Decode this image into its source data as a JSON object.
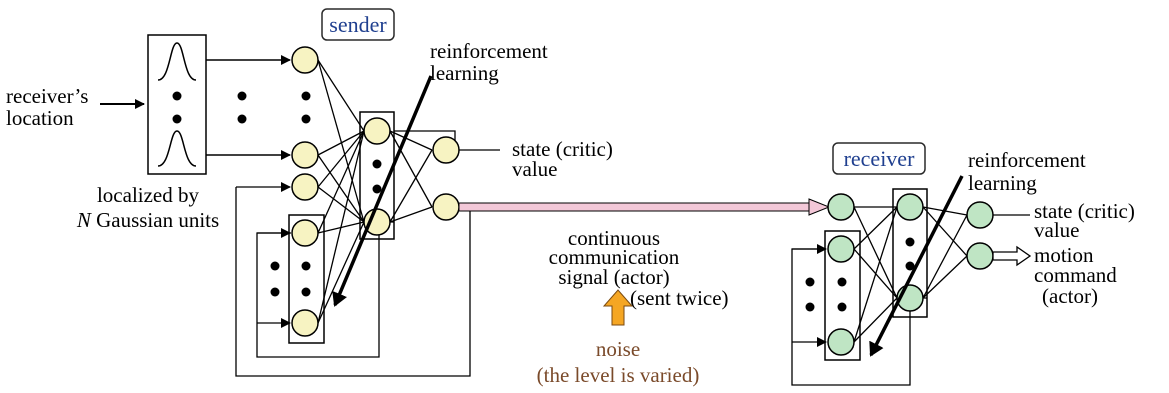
{
  "sender": {
    "tag": "sender",
    "input_label_line1": "receiver’s",
    "input_label_line2": "location",
    "gauss_label_line1": "localized by",
    "gauss_label_line2_italic": "N",
    "gauss_label_line2_rest": " Gaussian units",
    "rl_line1": "reinforcement",
    "rl_line2": "learning",
    "critic_line1": "state (critic)",
    "critic_line2": "value"
  },
  "receiver": {
    "tag": "receiver",
    "rl_line1": "reinforcement",
    "rl_line2": "learning",
    "critic_line1": "state (critic)",
    "critic_line2": "value",
    "motion_line1": "motion",
    "motion_line2": "command",
    "motion_line3": "(actor)"
  },
  "channel": {
    "signal_line1": "continuous",
    "signal_line2": "communication",
    "signal_line3": "signal  (actor)",
    "sent_twice": "(sent twice)",
    "noise_line1": "noise",
    "noise_line2": "(the level is varied)"
  },
  "colors": {
    "sender_node": "#f7f3c2",
    "receiver_node": "#bfe5c4",
    "signal_arrow": "#f3c8d8",
    "noise_arrow": "#f5a623",
    "tag_text": "#1f3f8f",
    "noise_text": "#7a4a2a"
  }
}
